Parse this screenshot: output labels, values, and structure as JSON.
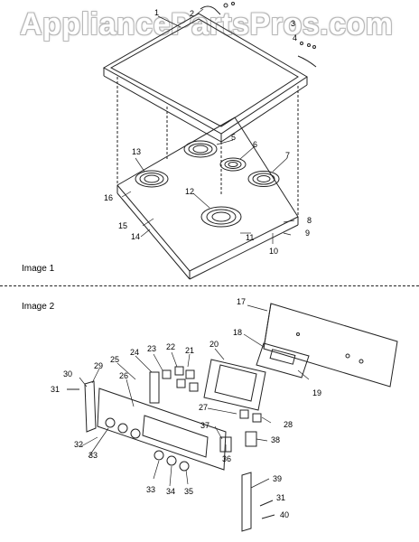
{
  "watermark": "AppliancePartsPros.com",
  "image1": {
    "label": "Image 1",
    "callouts": [
      "1",
      "2",
      "3",
      "4",
      "5",
      "6",
      "7",
      "8",
      "9",
      "10",
      "11",
      "12",
      "13",
      "14",
      "15",
      "16"
    ]
  },
  "image2": {
    "label": "Image 2",
    "callouts": [
      "17",
      "18",
      "19",
      "20",
      "21",
      "22",
      "23",
      "24",
      "25",
      "26",
      "27",
      "28",
      "29",
      "30",
      "31",
      "32",
      "33",
      "33",
      "34",
      "35",
      "36",
      "37",
      "38",
      "39",
      "31",
      "40"
    ]
  }
}
